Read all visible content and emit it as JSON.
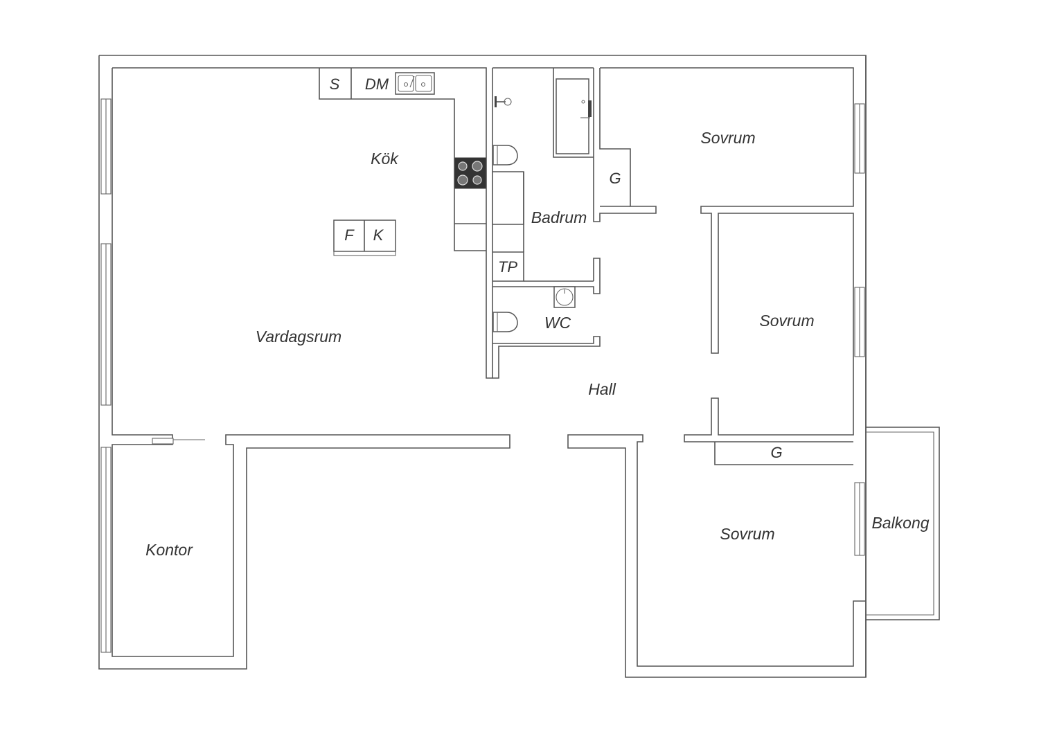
{
  "rooms": {
    "kok": "Kök",
    "vardagsrum": "Vardagsrum",
    "badrum": "Badrum",
    "wc": "WC",
    "hall": "Hall",
    "sovrum_1": "Sovrum",
    "sovrum_2": "Sovrum",
    "sovrum_3": "Sovrum",
    "kontor": "Kontor",
    "balkong": "Balkong"
  },
  "fixtures": {
    "s": "S",
    "dm": "DM",
    "f": "F",
    "k": "K",
    "tp": "TP",
    "g_1": "G",
    "g_2": "G"
  },
  "colors": {
    "wall_stroke": "#555555",
    "stove": "#333333",
    "label": "#333333"
  }
}
